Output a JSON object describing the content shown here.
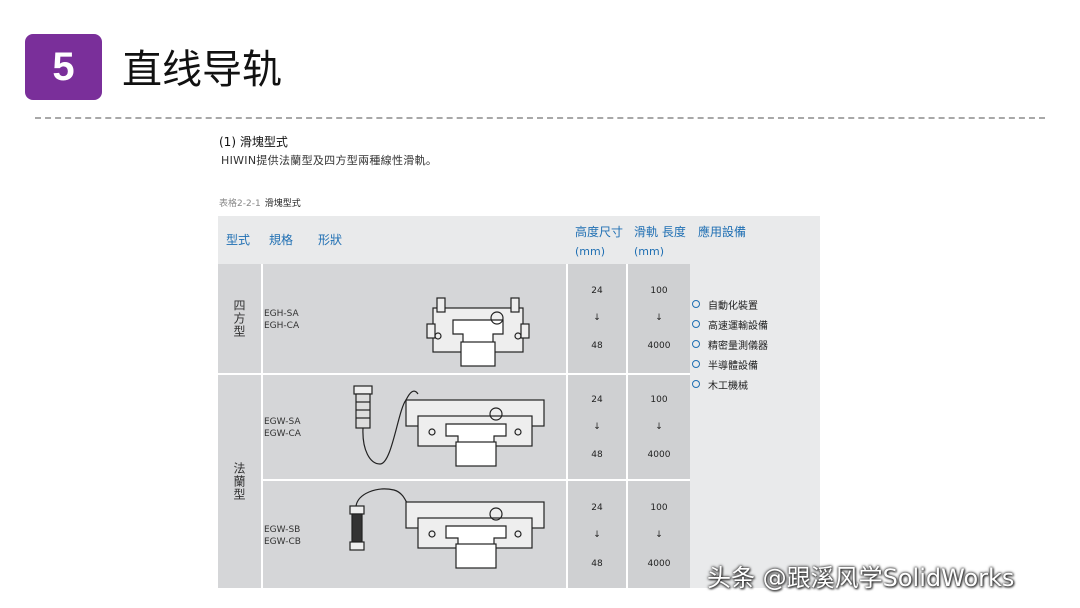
{
  "slide": {
    "number": "5",
    "title": "直线导轨"
  },
  "section": {
    "heading": "(1) 滑塊型式",
    "description": "HIWIN提供法蘭型及四方型兩種線性滑軌。"
  },
  "table": {
    "caption_label": "表格2-2-1",
    "caption_title": "滑塊型式",
    "headers": {
      "type": "型式",
      "spec": "規格",
      "shape": "形狀",
      "height": "高度尺寸",
      "height_unit": "(mm)",
      "rail_length": "滑軌 長度",
      "rail_length_unit": "(mm)",
      "application": "應用設備"
    },
    "groups": [
      {
        "type_label": "四方型"
      },
      {
        "type_label": "法蘭型"
      }
    ],
    "rows": [
      {
        "spec": [
          "EGH-SA",
          "EGH-CA"
        ],
        "height": [
          "24",
          "↓",
          "48"
        ],
        "length": [
          "100",
          "↓",
          "4000"
        ]
      },
      {
        "spec": [
          "EGW-SA",
          "EGW-CA"
        ],
        "height": [
          "24",
          "↓",
          "48"
        ],
        "length": [
          "100",
          "↓",
          "4000"
        ]
      },
      {
        "spec": [
          "EGW-SB",
          "EGW-CB"
        ],
        "height": [
          "24",
          "↓",
          "48"
        ],
        "length": [
          "100",
          "↓",
          "4000"
        ]
      }
    ],
    "applications": [
      "自動化裝置",
      "高速運輸設備",
      "精密量測儀器",
      "半導體設備",
      "木工機械"
    ]
  },
  "watermark": "头条 @跟溪风学SolidWorks",
  "colors": {
    "badge": "#7a2f9a",
    "header_text": "#1f6fb3",
    "bullet": "#1f6fb3"
  }
}
